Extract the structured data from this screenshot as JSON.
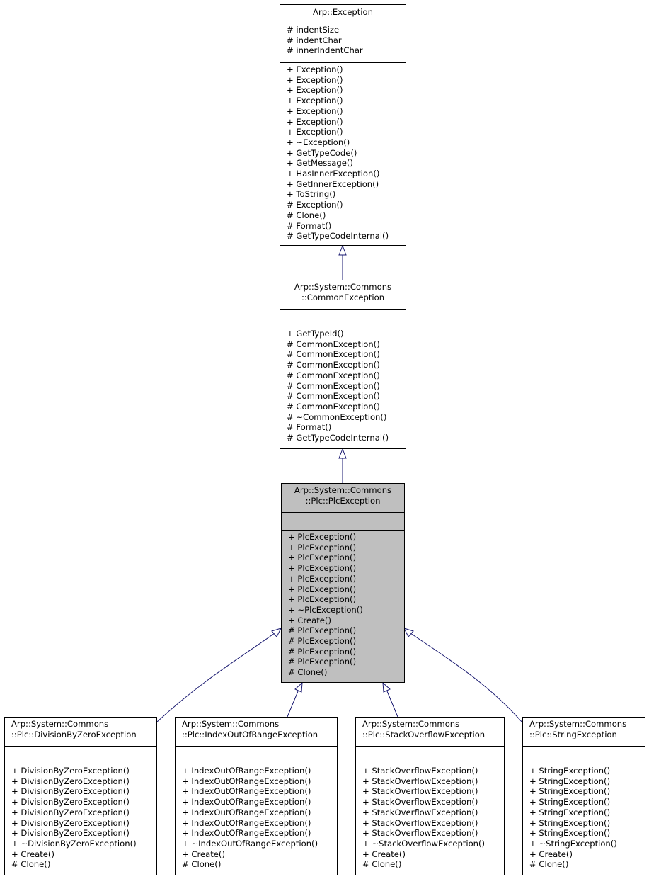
{
  "colors": {
    "edge": "#191970",
    "current_fill": "#bfbfbf"
  },
  "classes": {
    "exception": {
      "title": "Arp::Exception",
      "attrs": [
        "# indentSize",
        "# indentChar",
        "# innerIndentChar"
      ],
      "methods": [
        "+ Exception()",
        "+ Exception()",
        "+ Exception()",
        "+ Exception()",
        "+ Exception()",
        "+ Exception()",
        "+ Exception()",
        "+ ~Exception()",
        "+ GetTypeCode()",
        "+ GetMessage()",
        "+ HasInnerException()",
        "+ GetInnerException()",
        "+ ToString()",
        "# Exception()",
        "# Clone()",
        "# Format()",
        "# GetTypeCodeInternal()"
      ]
    },
    "common": {
      "title": "Arp::System::Commons\n::CommonException",
      "attrs": [],
      "methods": [
        "+ GetTypeId()",
        "# CommonException()",
        "# CommonException()",
        "# CommonException()",
        "# CommonException()",
        "# CommonException()",
        "# CommonException()",
        "# CommonException()",
        "# ~CommonException()",
        "# Format()",
        "# GetTypeCodeInternal()"
      ]
    },
    "plc": {
      "title": "Arp::System::Commons\n::Plc::PlcException",
      "attrs": [],
      "methods": [
        "+ PlcException()",
        "+ PlcException()",
        "+ PlcException()",
        "+ PlcException()",
        "+ PlcException()",
        "+ PlcException()",
        "+ PlcException()",
        "+ ~PlcException()",
        "+ Create()",
        "# PlcException()",
        "# PlcException()",
        "# PlcException()",
        "# PlcException()",
        "# Clone()"
      ]
    },
    "div": {
      "title": "Arp::System::Commons\n::Plc::DivisionByZeroException",
      "attrs": [],
      "methods": [
        "+ DivisionByZeroException()",
        "+ DivisionByZeroException()",
        "+ DivisionByZeroException()",
        "+ DivisionByZeroException()",
        "+ DivisionByZeroException()",
        "+ DivisionByZeroException()",
        "+ DivisionByZeroException()",
        "+ ~DivisionByZeroException()",
        "+ Create()",
        "# Clone()"
      ]
    },
    "idx": {
      "title": "Arp::System::Commons\n::Plc::IndexOutOfRangeException",
      "attrs": [],
      "methods": [
        "+ IndexOutOfRangeException()",
        "+ IndexOutOfRangeException()",
        "+ IndexOutOfRangeException()",
        "+ IndexOutOfRangeException()",
        "+ IndexOutOfRangeException()",
        "+ IndexOutOfRangeException()",
        "+ IndexOutOfRangeException()",
        "+ ~IndexOutOfRangeException()",
        "+ Create()",
        "# Clone()"
      ]
    },
    "stack": {
      "title": "Arp::System::Commons\n::Plc::StackOverflowException",
      "attrs": [],
      "methods": [
        "+ StackOverflowException()",
        "+ StackOverflowException()",
        "+ StackOverflowException()",
        "+ StackOverflowException()",
        "+ StackOverflowException()",
        "+ StackOverflowException()",
        "+ StackOverflowException()",
        "+ ~StackOverflowException()",
        "+ Create()",
        "# Clone()"
      ]
    },
    "str": {
      "title": "Arp::System::Commons\n::Plc::StringException",
      "attrs": [],
      "methods": [
        "+ StringException()",
        "+ StringException()",
        "+ StringException()",
        "+ StringException()",
        "+ StringException()",
        "+ StringException()",
        "+ StringException()",
        "+ ~StringException()",
        "+ Create()",
        "# Clone()"
      ]
    }
  }
}
